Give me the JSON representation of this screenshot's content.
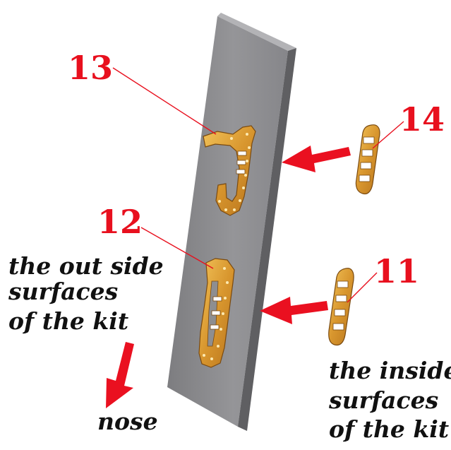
{
  "labels": {
    "part_13": "13",
    "part_12": "12",
    "part_14": "14",
    "part_11": "11"
  },
  "notes": {
    "outside_lines": [
      "the out side",
      "surfaces",
      "of the kit"
    ],
    "inside_lines": [
      "the inside",
      "surfaces",
      "of the kit"
    ],
    "nose": "nose"
  },
  "colors": {
    "label_red": "#e8101e",
    "arrow_red": "#ea1020",
    "board_front": "#8e8e90",
    "board_side": "#5f5f62",
    "board_top": "#b3b3b6",
    "part_gold": "#e0a035",
    "part_edge": "#7a4a10",
    "leader_line": "#e8101e"
  }
}
